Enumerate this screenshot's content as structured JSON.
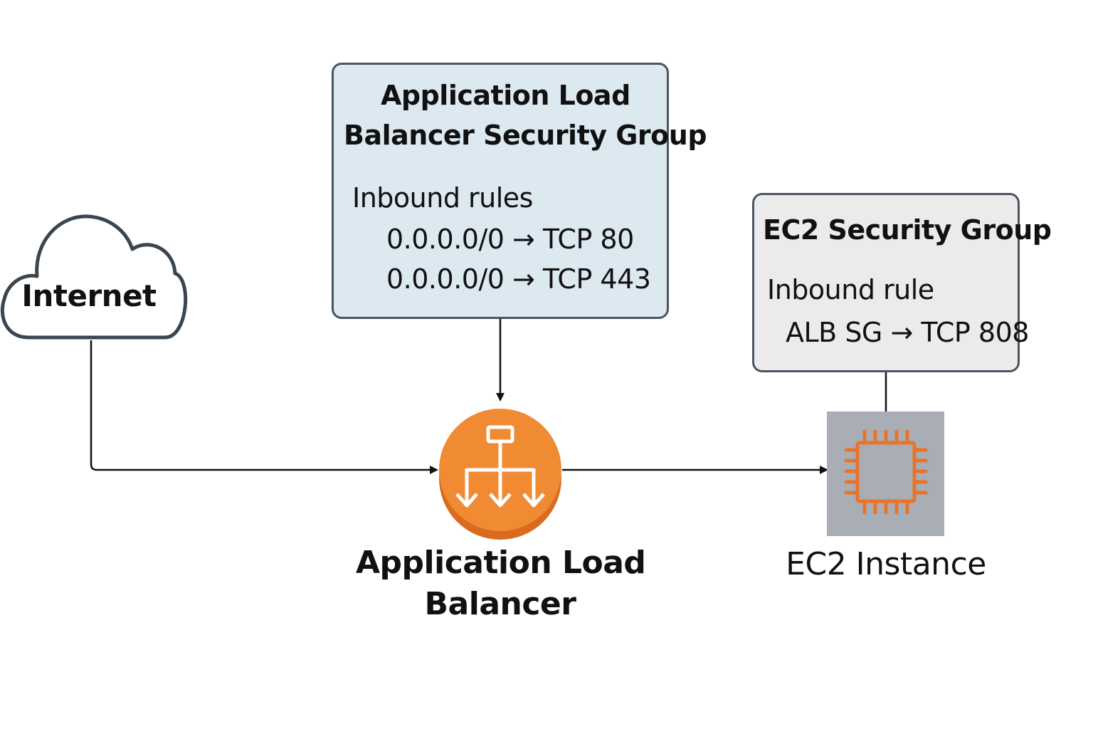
{
  "internet": {
    "label": "Internet"
  },
  "alb_security_group": {
    "title_line1": "Application Load",
    "title_line2": "Balancer Security Group",
    "subtitle": "Inbound rules",
    "rules": [
      "0.0.0.0/0 → TCP 80",
      "0.0.0.0/0 → TCP 443"
    ]
  },
  "ec2_security_group": {
    "title": "EC2 Security Group",
    "subtitle": "Inbound rule",
    "rules": [
      "ALB SG → TCP 808"
    ]
  },
  "alb_node": {
    "label_line1": "Application Load",
    "label_line2": "Balancer",
    "icon": "load-balancer-icon"
  },
  "ec2_node": {
    "label": "EC2 Instance",
    "icon": "chip-icon"
  },
  "colors": {
    "alb_orange": "#f08a33",
    "alb_orange_dark": "#d96a1f",
    "alb_sg_fill": "#dde9f1",
    "ec2_sg_fill": "#ebebeb",
    "ec2_tile": "#a9adb5",
    "chip_orange": "#e8742a",
    "outline": "#4b5560"
  }
}
